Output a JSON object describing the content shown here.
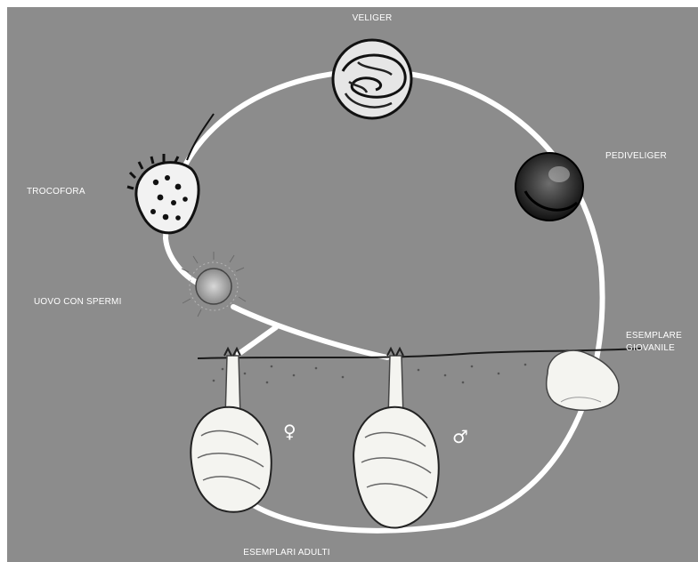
{
  "stages": {
    "veliger": "VELIGER",
    "pediveliger": "PEDIVELIGER",
    "trocofora": "TROCOFORA",
    "uovo": "UOVO CON SPERMI",
    "giovanile_line1": "ESEMPLARE",
    "giovanile_line2": "GIOVANILE",
    "adulti": "ESEMPLARI ADULTI"
  },
  "symbols": {
    "female": "♀",
    "male": "♂"
  },
  "colors": {
    "background": "#8c8c8c",
    "cycle_line": "#ffffff",
    "shell": "#f4f4f0",
    "larva_dark": "#1a1a1a"
  }
}
